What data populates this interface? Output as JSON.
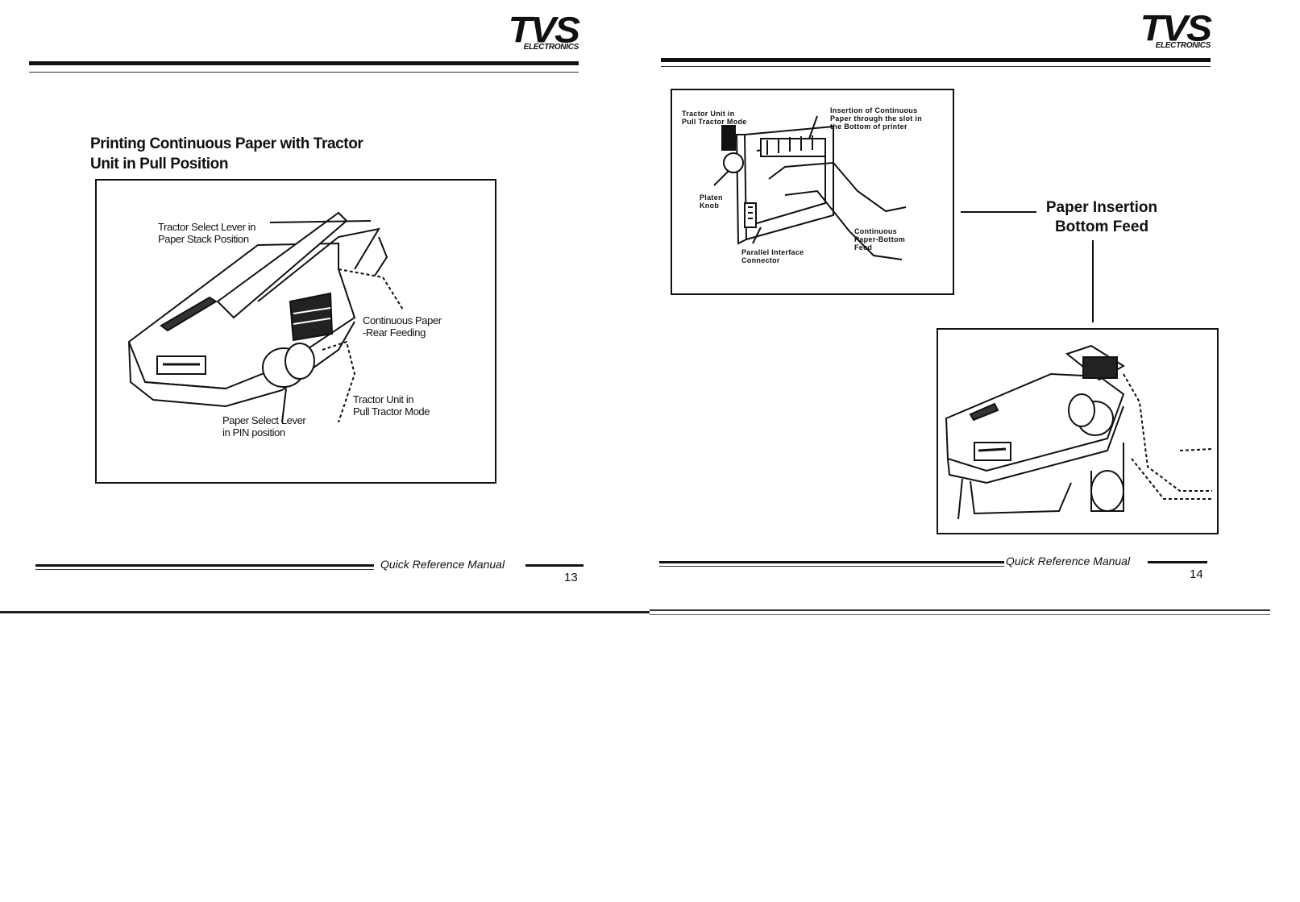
{
  "brand": {
    "logo": "TVS",
    "logo_sub": "ELECTRONICS"
  },
  "left_page": {
    "title_line1": "Printing Continuous Paper with Tractor",
    "title_line2": "Unit in Pull Position",
    "labels": {
      "tractor_select_1": "Tractor Select Lever in",
      "tractor_select_2": "Paper Stack Position",
      "continuous_1": "Continuous Paper",
      "continuous_2": "-Rear Feeding",
      "tractor_unit_1": "Tractor Unit in",
      "tractor_unit_2": "Pull Tractor Mode",
      "paper_select_1": "Paper Select Lever",
      "paper_select_2": "in PIN position"
    },
    "footer": "Quick Reference Manual",
    "page_number": "13"
  },
  "right_page": {
    "inset_labels": {
      "tractor_1": "Tractor Unit in",
      "tractor_2": "Pull Tractor Mode",
      "insertion_1": "Insertion of Continuous",
      "insertion_2": "Paper through the slot in",
      "insertion_3": "the Bottom of printer",
      "platen_1": "Platen",
      "platen_2": "Knob",
      "continuous_1": "Continuous",
      "continuous_2": "Paper-Bottom",
      "continuous_3": "Feed",
      "parallel_1": "Parallel Interface",
      "parallel_2": "Connector"
    },
    "caption_line1": "Paper Insertion",
    "caption_line2": "Bottom Feed",
    "footer": "Quick Reference Manual",
    "page_number": "14"
  }
}
